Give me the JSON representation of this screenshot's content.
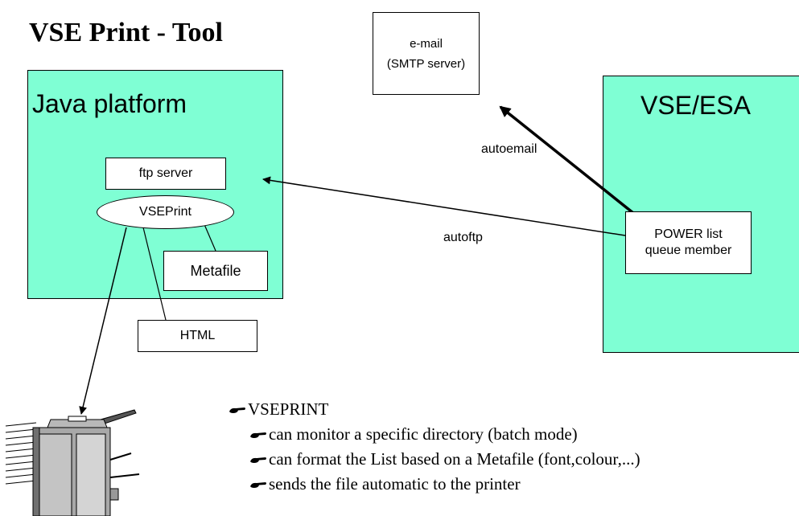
{
  "title": "VSE Print - Tool",
  "colors": {
    "panel_fill": "#7fffd4",
    "line": "#000000"
  },
  "java_platform": {
    "label": "Java platform",
    "ftp_server": "ftp server",
    "vseprint": "VSEPrint",
    "metafile": "Metafile",
    "html": "HTML"
  },
  "email_box": {
    "line1": "e-mail",
    "line2": "(SMTP server)"
  },
  "vse_esa": {
    "label": "VSE/ESA",
    "power_list": {
      "line1": "POWER list",
      "line2": "queue member"
    }
  },
  "arrows": {
    "autoemail": "autoemail",
    "autoftp": "autoftp"
  },
  "printer_icon": "printer-icon",
  "bullet_icon": "pointing-hand-icon",
  "bullets": {
    "main": "VSEPRINT",
    "items": [
      "can monitor a specific directory (batch mode)",
      "can format the List based on a Metafile (font,colour,...)",
      "sends the file automatic to the printer"
    ]
  }
}
